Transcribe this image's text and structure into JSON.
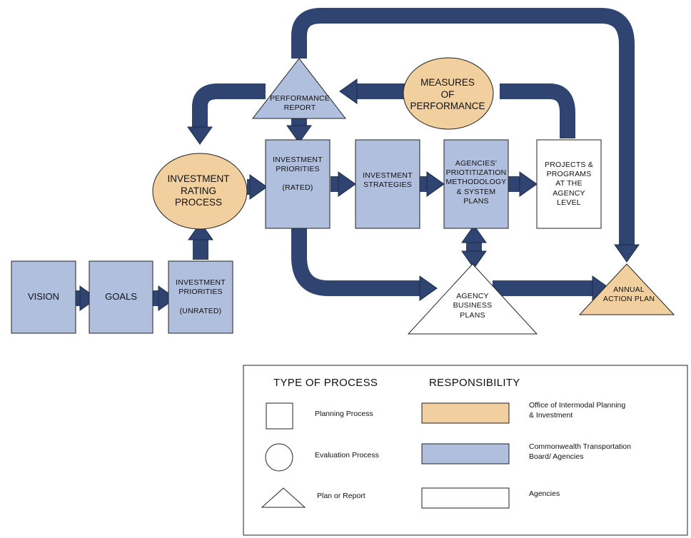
{
  "colors": {
    "arrow": "#2f4470",
    "box_blue": "#b0bfdd",
    "box_orange": "#f2cf9e",
    "box_white": "#ffffff",
    "stroke": "#222222"
  },
  "nodes": {
    "vision": "VISION",
    "goals": "GOALS",
    "priorities_unrated": [
      "INVESTMENT",
      "PRIORITIES",
      "",
      "(UNRATED)"
    ],
    "rating_process": [
      "INVESTMENT",
      "RATING",
      "PROCESS"
    ],
    "performance_report": [
      "PERFORMANCE",
      "REPORT"
    ],
    "measures": [
      "MEASURES",
      "OF",
      "PERFORMANCE"
    ],
    "priorities_rated": [
      "INVESTMENT",
      "PRIORITIES",
      "",
      "(RATED)"
    ],
    "strategies": [
      "INVESTMENT",
      "STRATEGIES"
    ],
    "agencies_methodology": [
      "AGENCIES’",
      "PRIOTITIZATION",
      "METHODOLOGY",
      "& SYSTEM",
      "PLANS"
    ],
    "projects_programs": [
      "PROJECTS &",
      "PROGRAMS",
      "AT THE",
      "AGENCY",
      "LEVEL"
    ],
    "agency_business_plans": [
      "AGENCY",
      "BUSINESS",
      "PLANS"
    ],
    "annual_action_plan": [
      "ANNUAL",
      "ACTION PLAN"
    ]
  },
  "legend": {
    "type_heading": "TYPE OF PROCESS",
    "responsibility_heading": "RESPONSIBILITY",
    "planning": "Planning Process",
    "evaluation": "Evaluation Process",
    "plan_report": "Plan or Report",
    "office": [
      "Office of Intermodal Planning",
      "& Investment"
    ],
    "ctb": [
      "Commonwealth Transportation",
      "Board/ Agencies"
    ],
    "agencies": "Agencies"
  }
}
